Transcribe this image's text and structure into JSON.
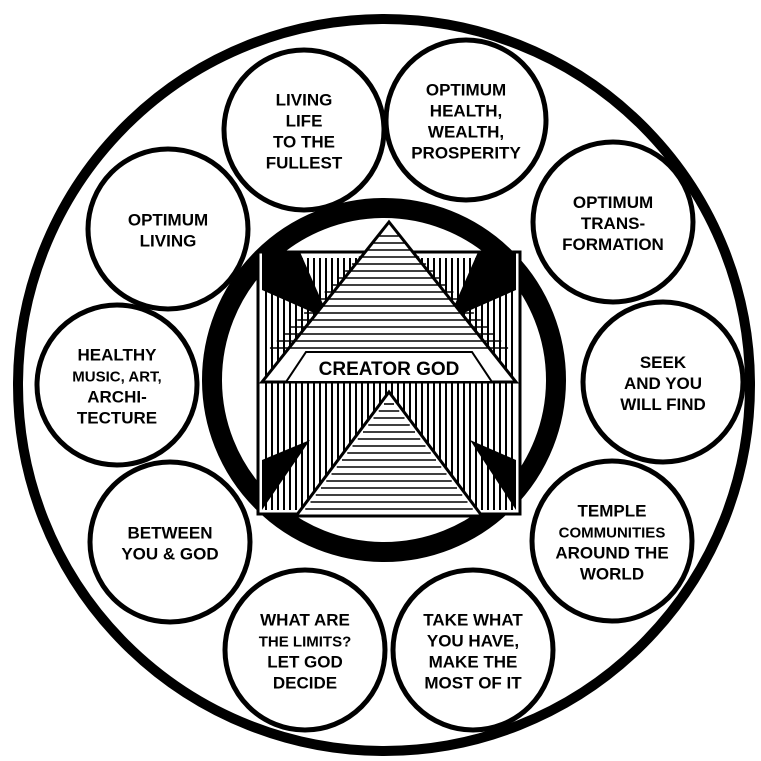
{
  "center": {
    "label": "CREATOR GOD"
  },
  "circles": [
    {
      "id": "living-life",
      "lines": [
        "LIVING",
        "LIFE",
        "TO THE",
        "FULLEST"
      ]
    },
    {
      "id": "optimum-health",
      "lines": [
        "OPTIMUM",
        "HEALTH,",
        "WEALTH,",
        "PROSPERITY"
      ]
    },
    {
      "id": "optimum-transformation",
      "lines": [
        "OPTIMUM",
        "TRANS-",
        "FORMATION"
      ]
    },
    {
      "id": "seek-find",
      "lines": [
        "SEEK",
        "AND YOU",
        "WILL FIND"
      ]
    },
    {
      "id": "temple-communities",
      "lines": [
        "TEMPLE",
        "COMMUNITIES",
        "AROUND THE",
        "WORLD"
      ]
    },
    {
      "id": "take-what-you-have",
      "lines": [
        "TAKE WHAT",
        "YOU HAVE,",
        "MAKE THE",
        "MOST OF IT"
      ]
    },
    {
      "id": "limits",
      "lines": [
        "WHAT ARE",
        "THE LIMITS?",
        "LET GOD",
        "DECIDE"
      ]
    },
    {
      "id": "between-you-god",
      "lines": [
        "BETWEEN",
        "YOU & GOD"
      ]
    },
    {
      "id": "healthy-arts",
      "lines": [
        "HEALTHY",
        "MUSIC, ART,",
        "ARCHI-",
        "TECTURE"
      ]
    },
    {
      "id": "optimum-living",
      "lines": [
        "OPTIMUM",
        "LIVING"
      ]
    }
  ]
}
